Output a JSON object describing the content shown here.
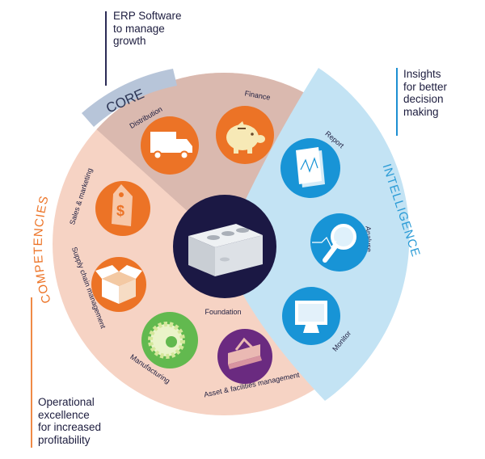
{
  "callouts": {
    "core": {
      "lines": [
        "ERP Software",
        "to manage",
        "growth"
      ]
    },
    "intelligence": {
      "lines": [
        "Insights",
        "for better",
        "decision",
        "making"
      ]
    },
    "competencies": {
      "lines": [
        "Operational",
        "excellence",
        "for increased",
        "profitability"
      ]
    }
  },
  "segments": {
    "core": "CORE",
    "intelligence": "INTELLIGENCE",
    "competencies": "COMPETENCIES"
  },
  "items": {
    "distribution": "Distribution",
    "finance": "Finance",
    "report": "Report",
    "analyse": "Analyse",
    "monitor": "Monitor",
    "sales": "Sales & marketing",
    "supply": "Supply chain management",
    "manufacturing": "Manufacturing",
    "asset": "Asset & facilities management",
    "foundation": "Foundation"
  },
  "colors": {
    "core_band": "#b7c5d9",
    "core_fill": "#dab9af",
    "competencies_fill": "#f6d3c4",
    "intelligence_fill": "#c3e3f4",
    "center": "#1b1844",
    "orange": "#ec7326",
    "blue": "#1894d6",
    "green": "#62b94f",
    "purple": "#6a2a80",
    "text_dark": "#1d1d3f",
    "intelligence_text": "#2a9bd6",
    "competencies_text": "#ec7326",
    "core_text": "#2b3454",
    "core_line": "#2b2b55",
    "intelligence_line": "#1d8fd2",
    "competencies_line": "#f08a46"
  },
  "icons": [
    "truck-icon",
    "piggy-bank-icon",
    "price-tag-icon",
    "box-icon",
    "gear-icon",
    "toolbox-icon",
    "report-icon",
    "magnifier-icon",
    "monitor-icon",
    "brick-icon"
  ]
}
